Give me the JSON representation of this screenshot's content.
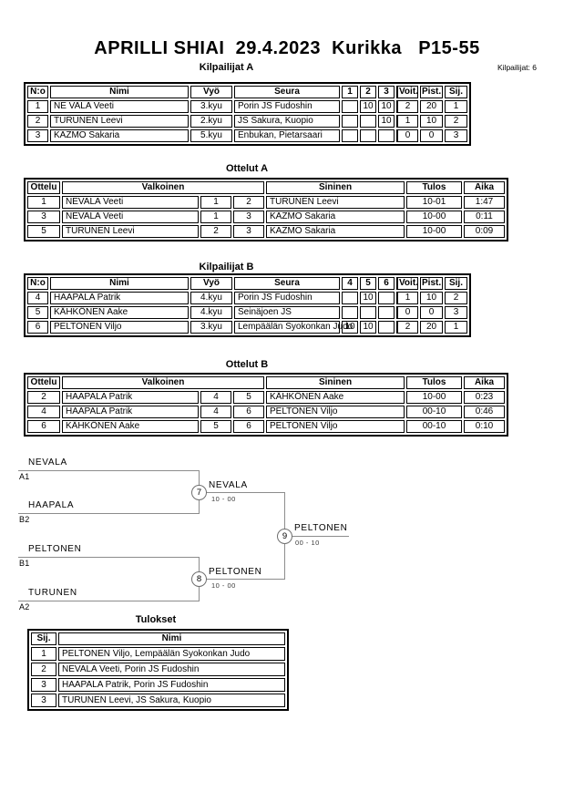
{
  "palette": {
    "text": "#000000",
    "background": "#ffffff",
    "bracket_line": "#8c8c8c"
  },
  "header": {
    "title": "APRILLI SHIAI  29.4.2023  Kurikka   P15-55",
    "participants_count_label": "Kilpailijat: 6"
  },
  "competitors_a": {
    "title": "Kilpailijat A",
    "columns": {
      "no": "N:o",
      "name": "Nimi",
      "belt": "Vyö",
      "club": "Seura",
      "r1": "1",
      "r2": "2",
      "r3": "3",
      "wins": "Voit.",
      "points": "Pist.",
      "place": "Sij."
    },
    "rows": [
      {
        "no": "1",
        "name": "NE VALA Veeti",
        "belt": "3.kyu",
        "club": "Porin JS Fudoshin",
        "c1": "",
        "c2": "10",
        "c3": "10",
        "wins": "2",
        "points": "20",
        "place": "1"
      },
      {
        "no": "2",
        "name": "TURUNEN Leevi",
        "belt": "2.kyu",
        "club": "JS Sakura, Kuopio",
        "c1": "",
        "c2": "",
        "c3": "10",
        "wins": "1",
        "points": "10",
        "place": "2"
      },
      {
        "no": "3",
        "name": "KAZMO Sakaria",
        "belt": "5.kyu",
        "club": "Enbukan, Pietarsaari",
        "c1": "",
        "c2": "",
        "c3": "",
        "wins": "0",
        "points": "0",
        "place": "3"
      }
    ]
  },
  "matches_a": {
    "title": "Ottelut A",
    "columns": {
      "match": "Ottelu",
      "white": "Valkoinen",
      "blue": "Sininen",
      "score": "Tulos",
      "time": "Aika"
    },
    "rows": [
      {
        "match": "1",
        "white": "NEVALA Veeti",
        "wno": "1",
        "bno": "2",
        "blue": "TURUNEN Leevi",
        "score": "10-01",
        "time": "1:47"
      },
      {
        "match": "3",
        "white": "NEVALA Veeti",
        "wno": "1",
        "bno": "3",
        "blue": "KAZMO Sakaria",
        "score": "10-00",
        "time": "0:11"
      },
      {
        "match": "5",
        "white": "TURUNEN Leevi",
        "wno": "2",
        "bno": "3",
        "blue": "KAZMO Sakaria",
        "score": "10-00",
        "time": "0:09"
      }
    ]
  },
  "competitors_b": {
    "title": "Kilpailijat B",
    "columns": {
      "no": "N:o",
      "name": "Nimi",
      "belt": "Vyö",
      "club": "Seura",
      "r1": "4",
      "r2": "5",
      "r3": "6",
      "wins": "Voit.",
      "points": "Pist.",
      "place": "Sij."
    },
    "rows": [
      {
        "no": "4",
        "name": "HAAPALA Patrik",
        "belt": "4.kyu",
        "club": "Porin JS Fudoshin",
        "c1": "",
        "c2": "10",
        "c3": "",
        "wins": "1",
        "points": "10",
        "place": "2"
      },
      {
        "no": "5",
        "name": "KÄHKÖNEN Aake",
        "belt": "4.kyu",
        "club": "Seinäjoen JS",
        "c1": "",
        "c2": "",
        "c3": "",
        "wins": "0",
        "points": "0",
        "place": "3"
      },
      {
        "no": "6",
        "name": "PELTONEN Viljo",
        "belt": "3.kyu",
        "club": "Lempäälän Syokonkan Judo",
        "c1": "10",
        "c2": "10",
        "c3": "",
        "wins": "2",
        "points": "20",
        "place": "1"
      }
    ]
  },
  "matches_b": {
    "title": "Ottelut B",
    "columns": {
      "match": "Ottelu",
      "white": "Valkoinen",
      "blue": "Sininen",
      "score": "Tulos",
      "time": "Aika"
    },
    "rows": [
      {
        "match": "2",
        "white": "HAAPALA Patrik",
        "wno": "4",
        "bno": "5",
        "blue": "KÄHKÖNEN Aake",
        "score": "10-00",
        "time": "0:23"
      },
      {
        "match": "4",
        "white": "HAAPALA Patrik",
        "wno": "4",
        "bno": "6",
        "blue": "PELTONEN Viljo",
        "score": "00-10",
        "time": "0:46"
      },
      {
        "match": "6",
        "white": "KÄHKÖNEN Aake",
        "wno": "5",
        "bno": "6",
        "blue": "PELTONEN Viljo",
        "score": "00-10",
        "time": "0:10"
      }
    ]
  },
  "bracket": {
    "top": {
      "p1": "NEVALA",
      "s1": "A1",
      "p2": "HAAPALA",
      "s2": "B2",
      "no": "7",
      "winner": "NEVALA",
      "score": "10 - 00"
    },
    "bottom": {
      "p1": "PELTONEN",
      "s1": "B1",
      "p2": "TURUNEN",
      "s2": "A2",
      "no": "8",
      "winner": "PELTONEN",
      "score": "10 - 00"
    },
    "final": {
      "no": "9",
      "winner": "PELTONEN",
      "score": "00 - 10"
    }
  },
  "results": {
    "title": "Tulokset",
    "columns": {
      "place": "Sij.",
      "name": "Nimi"
    },
    "rows": [
      {
        "place": "1",
        "name": "PELTONEN Viljo, Lempäälän Syokonkan Judo"
      },
      {
        "place": "2",
        "name": "NEVALA Veeti, Porin JS Fudoshin"
      },
      {
        "place": "3",
        "name": "HAAPALA Patrik, Porin JS Fudoshin"
      },
      {
        "place": "3",
        "name": "TURUNEN Leevi, JS Sakura, Kuopio"
      }
    ]
  }
}
